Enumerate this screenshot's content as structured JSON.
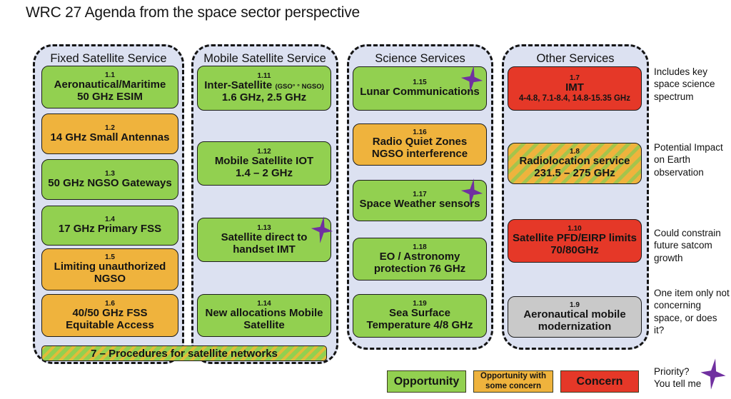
{
  "title": "WRC 27 Agenda from the space sector perspective",
  "columns": [
    {
      "header": "Fixed Satellite Service",
      "items": [
        {
          "num": "1.1",
          "label": "Aeronautical/Maritime\n50 GHz ESIM",
          "status": "opportunity"
        },
        {
          "num": "1.2",
          "label": "14 GHz Small Antennas",
          "status": "opportunity-with-concern"
        },
        {
          "num": "1.3",
          "label": "50 GHz NGSO Gateways",
          "status": "opportunity"
        },
        {
          "num": "1.4",
          "label": "17 GHz Primary FSS",
          "status": "opportunity"
        },
        {
          "num": "1.5",
          "label": "Limiting unauthorized\nNGSO",
          "status": "opportunity-with-concern"
        },
        {
          "num": "1.6",
          "label": "40/50 GHz FSS\nEquitable Access",
          "status": "opportunity-with-concern"
        }
      ]
    },
    {
      "header": "Mobile Satellite Service",
      "items": [
        {
          "num": "1.11",
          "label_main": "Inter-Satellite",
          "label_paren": "(GSO° ° NGSO)",
          "label2": "1.6 GHz, 2.5 GHz",
          "status": "opportunity"
        },
        {
          "num": "1.12",
          "label": "Mobile Satellite IOT\n1.4 – 2 GHz",
          "status": "opportunity"
        },
        {
          "num": "1.13",
          "label": "Satellite direct to\nhandset IMT",
          "status": "opportunity",
          "priority_star": true
        },
        {
          "num": "1.14",
          "label": "New allocations Mobile\nSatellite",
          "status": "opportunity"
        }
      ]
    },
    {
      "header": "Science Services",
      "items": [
        {
          "num": "1.15",
          "label": "Lunar Communications",
          "status": "opportunity",
          "priority_star": true
        },
        {
          "num": "1.16",
          "label": "Radio Quiet Zones\nNGSO interference",
          "status": "opportunity-with-concern"
        },
        {
          "num": "1.17",
          "label": "Space Weather sensors",
          "status": "opportunity",
          "priority_star": true
        },
        {
          "num": "1.18",
          "label": "EO / Astronomy\nprotection 76 GHz",
          "status": "opportunity"
        },
        {
          "num": "1.19",
          "label": "Sea Surface\nTemperature 4/8 GHz",
          "status": "opportunity"
        }
      ]
    },
    {
      "header": "Other Services",
      "items": [
        {
          "num": "1.7",
          "label": "IMT",
          "sub": "4-4.8, 7.1-8.4, 14.8-15.35 GHz",
          "status": "concern"
        },
        {
          "num": "1.8",
          "label": "Radiolocation service\n231.5 – 275 GHz",
          "status": "mixed-striped"
        },
        {
          "num": "1.10",
          "label": "Satellite PFD/EIRP limits\n70/80GHz",
          "status": "concern"
        },
        {
          "num": "1.9",
          "label": "Aeronautical mobile\nmodernization",
          "status": "neutral"
        }
      ]
    }
  ],
  "procedures_bar": {
    "label": "7 – Procedures for satellite networks"
  },
  "side_notes": [
    {
      "text": "Includes key space science spectrum"
    },
    {
      "text": "Potential Impact on Earth observation"
    },
    {
      "text": "Could constrain future satcom growth"
    },
    {
      "text": "One item only not concerning space, or does it?"
    }
  ],
  "priority_note": {
    "text": "Priority?\nYou tell me"
  },
  "legend": [
    {
      "label": "Opportunity",
      "color": "#92d050"
    },
    {
      "label": "Opportunity with\nsome concern",
      "color": "#efb33d"
    },
    {
      "label": "Concern",
      "color": "#e53828"
    }
  ],
  "colors": {
    "opportunity": "#92d050",
    "opportunity_with_concern": "#efb33d",
    "concern": "#e53828",
    "neutral": "#c9c9c9",
    "column_background": "#dce1f1",
    "priority_star": "#7030a0"
  }
}
